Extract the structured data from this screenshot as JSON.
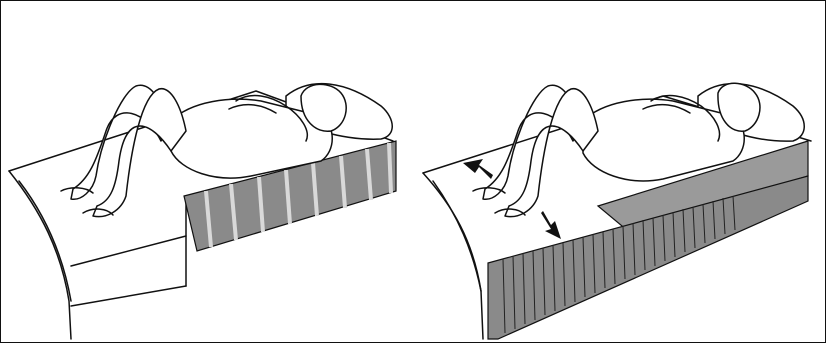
{
  "figure": {
    "panels": [
      {
        "id": "left",
        "depiction": "person-lying-on-back-knees-bent",
        "mattress_pattern": "vertical-light-stripes"
      },
      {
        "id": "right",
        "depiction": "person-lying-on-back-knees-bent-with-wedge",
        "mattress_pattern": "dense-vertical-lines"
      }
    ],
    "colors": {
      "mattress_gray": "#8a8a8a",
      "stripe_light": "#d9d9d9",
      "wedge_gray": "#9a9a9a",
      "line": "#111111",
      "background": "#ffffff"
    },
    "arrows": [
      "up-arrow-icon",
      "down-arrow-icon"
    ]
  }
}
